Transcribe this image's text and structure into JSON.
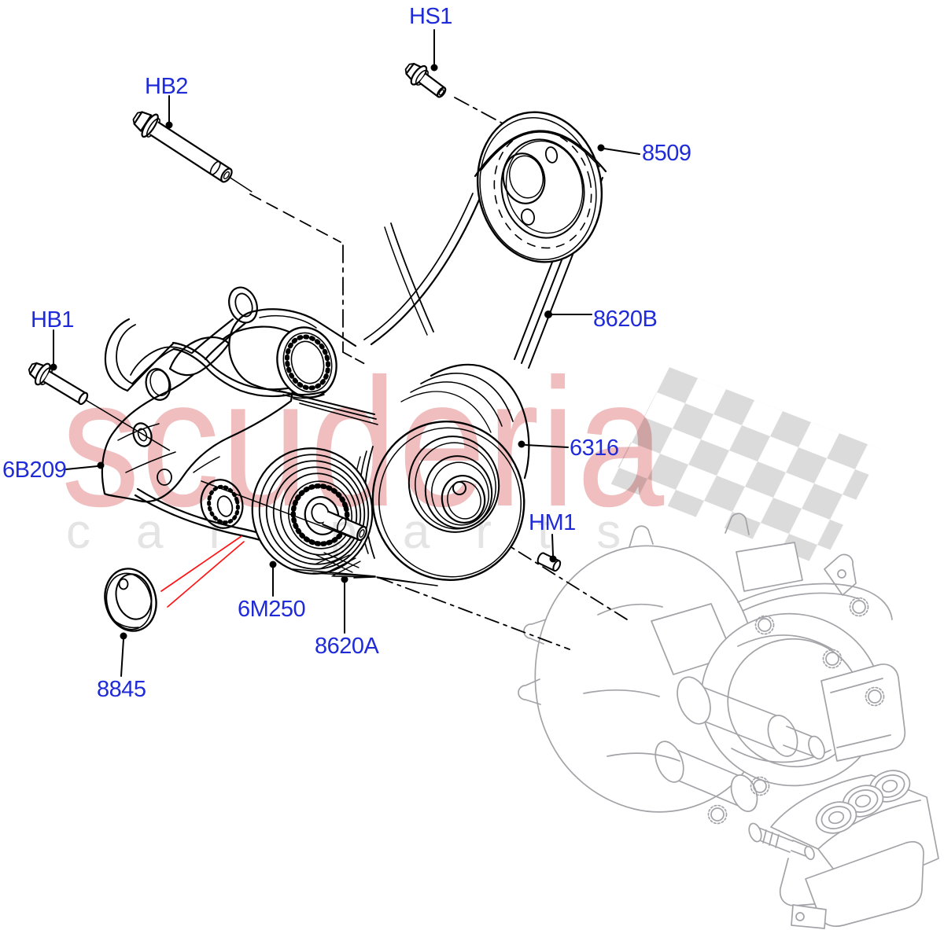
{
  "diagram": {
    "type": "exploded-parts-diagram",
    "subject": "Pulleys and drive belt with tensioner, pump and transmission unit",
    "colors": {
      "line": "#000000",
      "label_blue": "#1F2BD8",
      "callout_red": "#FF1414",
      "sketch_gray": "#A3A3A8",
      "flag_gray": "#DBDBDB",
      "watermark_pink": "#F0BEBE",
      "watermark_gray": "#E4E4E4"
    },
    "labels": [
      {
        "text": "HS1"
      },
      {
        "text": "HB2"
      },
      {
        "text": "HB1"
      },
      {
        "text": "6B209"
      },
      {
        "text": "8845"
      },
      {
        "text": "6M250"
      },
      {
        "text": "8620A"
      },
      {
        "text": "8620B"
      },
      {
        "text": "8509"
      },
      {
        "text": "6316"
      },
      {
        "text": "HM1"
      }
    ],
    "watermark": {
      "line1": "scuderia",
      "line2": "car parts"
    }
  }
}
